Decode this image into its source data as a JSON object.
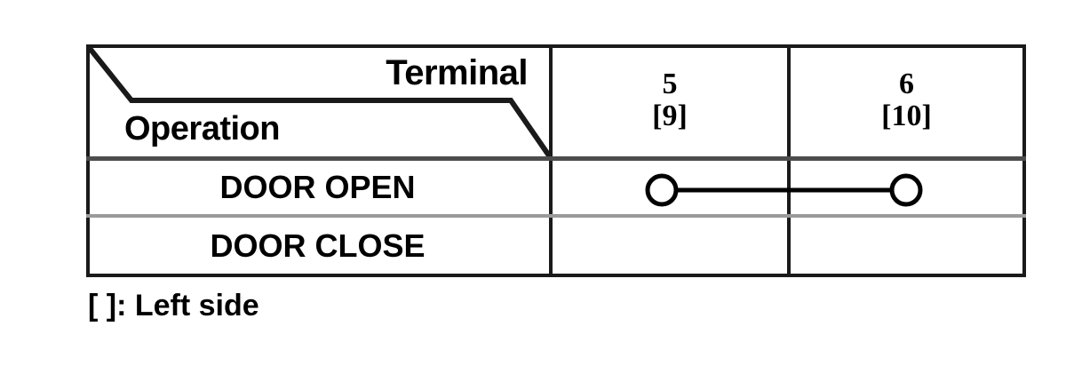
{
  "table": {
    "header": {
      "column_axis_label": "Terminal",
      "row_axis_label": "Operation",
      "terminals": [
        {
          "number": "5",
          "alt_number": "[9]"
        },
        {
          "number": "6",
          "alt_number": "[10]"
        }
      ]
    },
    "rows": [
      {
        "operation": "DOOR OPEN",
        "continuity": true,
        "connected_terminals": [
          "5",
          "6"
        ]
      },
      {
        "operation": "DOOR CLOSE",
        "continuity": false,
        "connected_terminals": []
      }
    ]
  },
  "footnote": {
    "text": "[ ]: Left side"
  },
  "symbols": {
    "continuity_symbol": "circle-line-circle"
  },
  "colors": {
    "ink": "#1a1a1a",
    "rule_strong": "#4d4d4d",
    "rule_light": "#9a9a9a",
    "background": "#ffffff"
  }
}
